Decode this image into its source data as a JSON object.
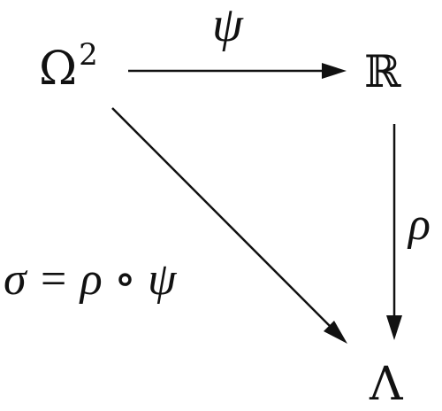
{
  "diagram": {
    "nodes": {
      "source": "Ω",
      "source_exponent": "2",
      "reals": "ℝ",
      "target": "Λ"
    },
    "edges": {
      "top_label": "ψ",
      "right_label": "ρ",
      "composite_label": "σ = ρ ∘ ψ"
    }
  }
}
